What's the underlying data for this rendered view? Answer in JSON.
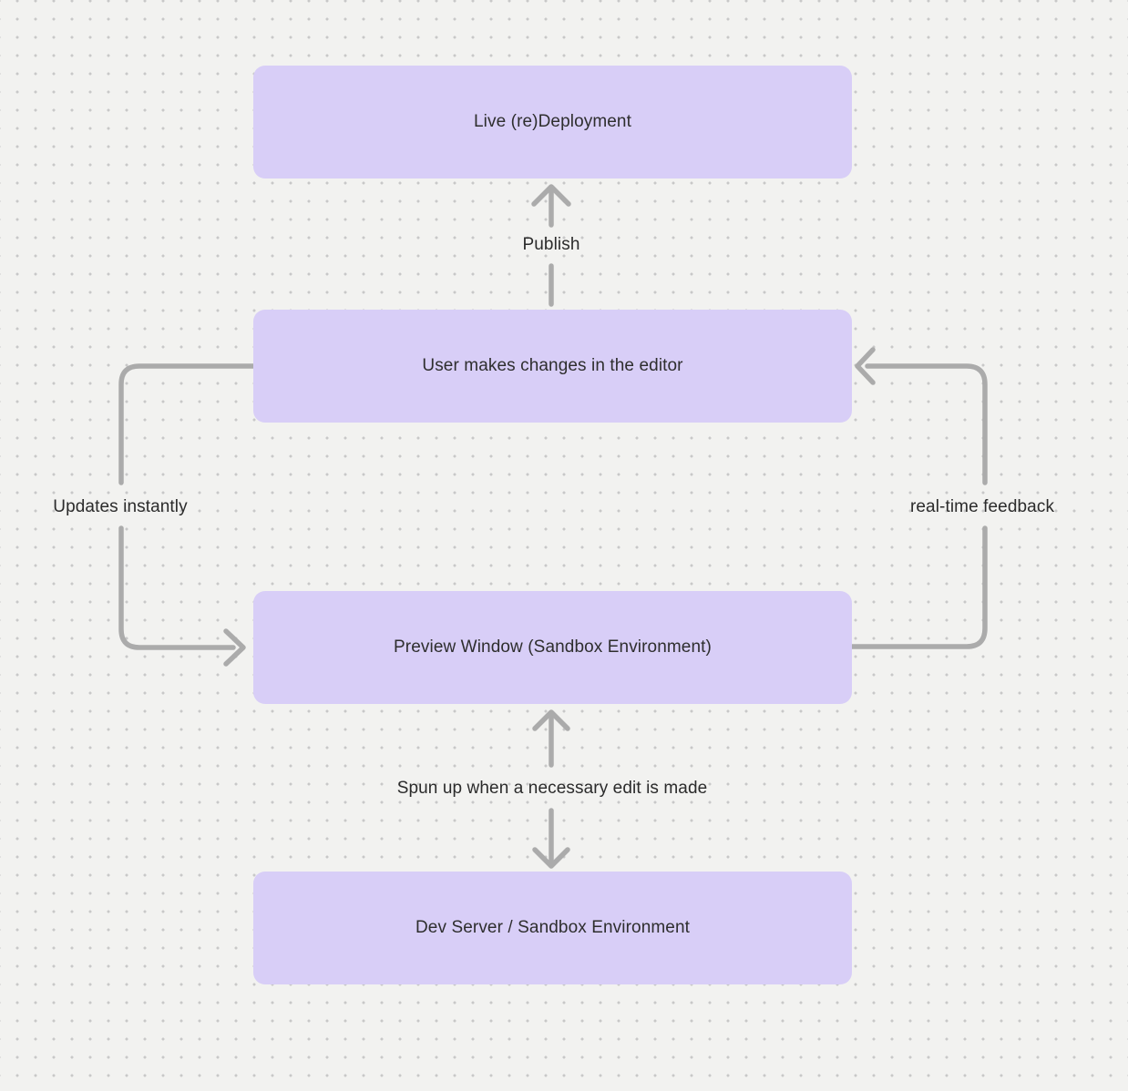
{
  "canvas": {
    "background_color": "#f2f2f0",
    "dot_color": "#c8c8c8",
    "node_fill_color": "#d8cef7",
    "node_text_color": "#2e2e2e",
    "arrow_color": "#ababab",
    "label_text_color": "#2b2b2b"
  },
  "nodes": [
    {
      "id": "live-redeployment",
      "label": "Live (re)Deployment"
    },
    {
      "id": "user-editor",
      "label": "User makes changes in the editor"
    },
    {
      "id": "preview-window",
      "label": "Preview Window (Sandbox Environment)"
    },
    {
      "id": "dev-server",
      "label": "Dev Server / Sandbox Environment"
    }
  ],
  "edges": [
    {
      "id": "publish",
      "label": "Publish",
      "from": "user-editor",
      "to": "live-redeployment"
    },
    {
      "id": "updates-instantly",
      "label": "Updates instantly",
      "from": "user-editor",
      "to": "preview-window"
    },
    {
      "id": "real-time-feedback",
      "label": "real-time feedback",
      "from": "preview-window",
      "to": "user-editor"
    },
    {
      "id": "spun-up",
      "label": "Spun up when a necessary edit is made",
      "from": "preview-window",
      "to": "dev-server"
    }
  ]
}
